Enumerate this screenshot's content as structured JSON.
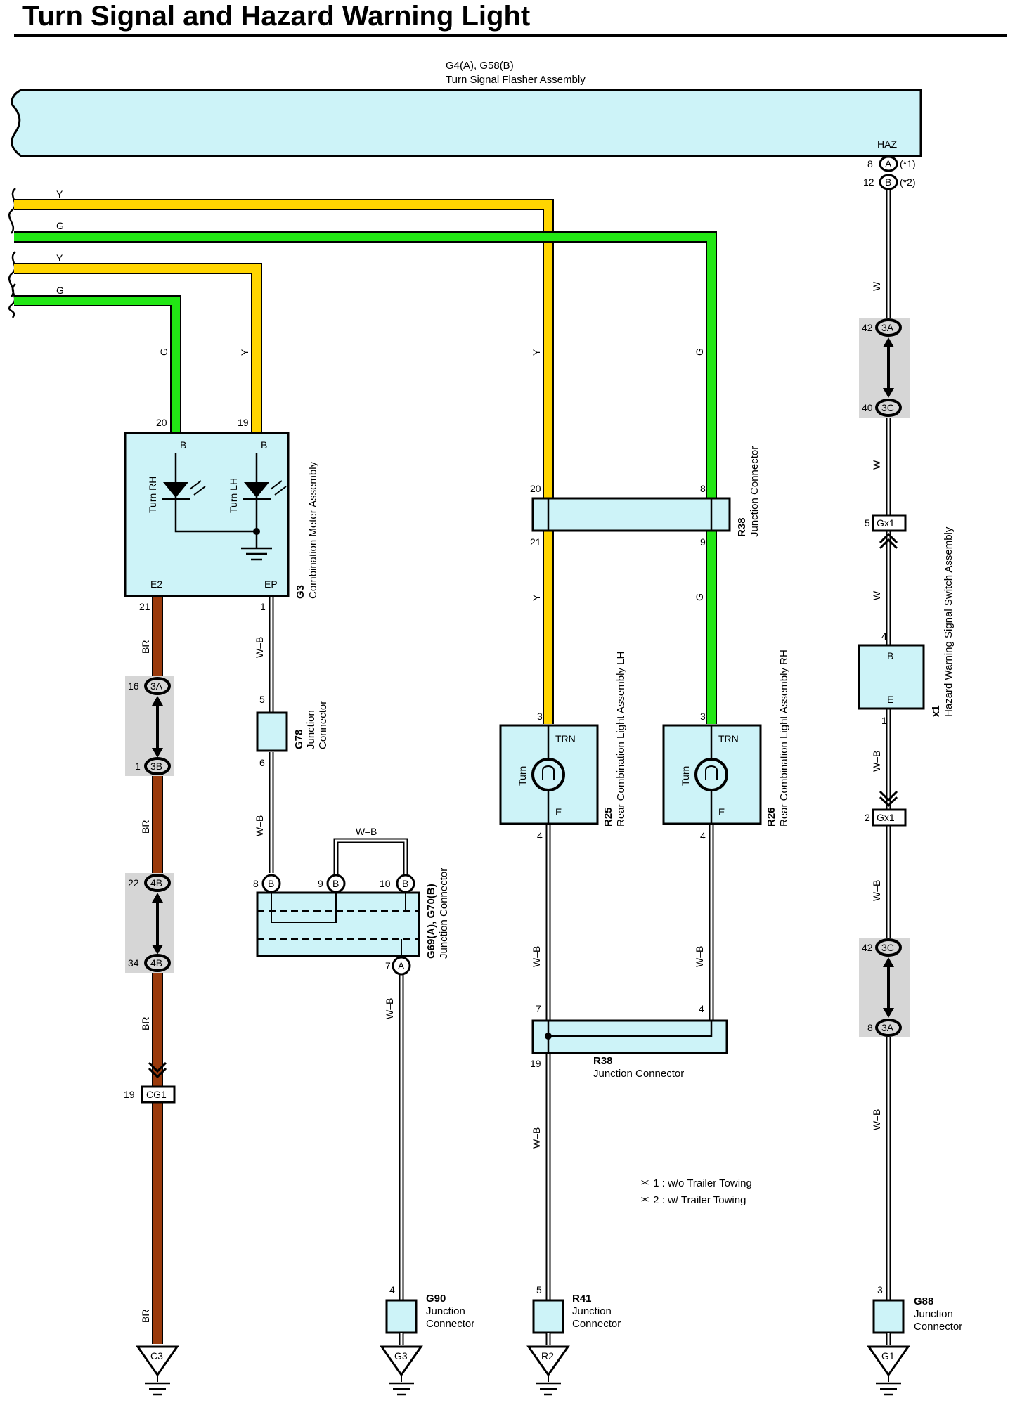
{
  "title": "Turn Signal and Hazard Warning Light",
  "components": {
    "flasher": {
      "ref": "G4(A), G58(B)",
      "name": "Turn Signal Flasher Assembly",
      "terminal": "HAZ",
      "pin_a": "8",
      "conn_a": "A",
      "note_a": "(*1)",
      "pin_b": "12",
      "conn_b": "B",
      "note_b": "(*2)"
    },
    "meter": {
      "ref": "G3",
      "name": "Combination Meter Assembly",
      "lamp_rh": "Turn RH",
      "lamp_lh": "Turn LH",
      "term_b1": "B",
      "term_b2": "B",
      "term_e2": "E2",
      "term_ep": "EP",
      "pin_20": "20",
      "pin_19": "19",
      "pin_21": "21",
      "pin_1": "1"
    },
    "g78": {
      "ref": "G78",
      "name1": "Junction",
      "name2": "Connector",
      "pin_in": "5",
      "pin_out": "6"
    },
    "g69": {
      "ref": "G69(A), G70(B)",
      "name": "Junction Connector",
      "pin_8": "8",
      "pin_9": "9",
      "pin_10": "10",
      "pin_7": "7",
      "conn_b": "B",
      "conn_a": "A",
      "jumper_wire": "W–B"
    },
    "r38_top": {
      "ref": "R38",
      "name": "Junction Connector",
      "pin_20": "20",
      "pin_8": "8",
      "pin_21": "21",
      "pin_9": "9"
    },
    "r38_bottom": {
      "ref": "R38",
      "name": "Junction Connector",
      "pin_7": "7",
      "pin_4": "4",
      "pin_19": "19"
    },
    "r25": {
      "ref": "R25",
      "name": "Rear Combination Light Assembly LH",
      "bulb": "Turn",
      "term_trn": "TRN",
      "term_e": "E",
      "pin_in": "3",
      "pin_out": "4"
    },
    "r26": {
      "ref": "R26",
      "name": "Rear Combination Light Assembly RH",
      "bulb": "Turn",
      "term_trn": "TRN",
      "term_e": "E",
      "pin_in": "3",
      "pin_out": "4"
    },
    "x1": {
      "ref": "x1",
      "name": "Hazard Warning Signal Switch Assembly",
      "term_b": "B",
      "term_e": "E",
      "pin_in": "4",
      "pin_out": "1"
    },
    "g90": {
      "ref": "G90",
      "name1": "Junction",
      "name2": "Connector",
      "pin": "4"
    },
    "r41": {
      "ref": "R41",
      "name1": "Junction",
      "name2": "Connector",
      "pin": "5"
    },
    "g88": {
      "ref": "G88",
      "name1": "Junction",
      "name2": "Connector",
      "pin": "3"
    }
  },
  "connectors": {
    "c3a_left": {
      "label": "3A",
      "pin": "16"
    },
    "c3b_left": {
      "label": "3B",
      "pin": "1"
    },
    "c4b_top": {
      "label": "4B",
      "pin": "22"
    },
    "c4b_bottom": {
      "label": "4B",
      "pin": "34"
    },
    "cg1": {
      "label": "CG1",
      "pin": "19"
    },
    "c3a_right": {
      "label": "3A",
      "pin": "42"
    },
    "c3c_right": {
      "label": "3C",
      "pin": "40"
    },
    "gx1_top": {
      "label": "Gx1",
      "pin": "5"
    },
    "gx1_bottom": {
      "label": "Gx1",
      "pin": "2"
    },
    "c3c_right2": {
      "label": "3C",
      "pin": "42"
    },
    "c3a_right2": {
      "label": "3A",
      "pin": "8"
    }
  },
  "grounds": {
    "c3": "C3",
    "g3": "G3",
    "r2": "R2",
    "g1": "G1"
  },
  "wire_colors": {
    "yellow": "Y",
    "green": "G",
    "white": "W",
    "white_black": "W–B",
    "brown": "BR"
  },
  "colors": {
    "yellow": "#ffd500",
    "green": "#22e614",
    "brown": "#9a3a0c",
    "component_fill": "#cdf3f8",
    "shade": "#d6d6d6"
  },
  "notes": {
    "note1": "＊ 1 : w/o Trailer Towing",
    "note2": "＊ 2 : w/ Trailer Towing"
  }
}
